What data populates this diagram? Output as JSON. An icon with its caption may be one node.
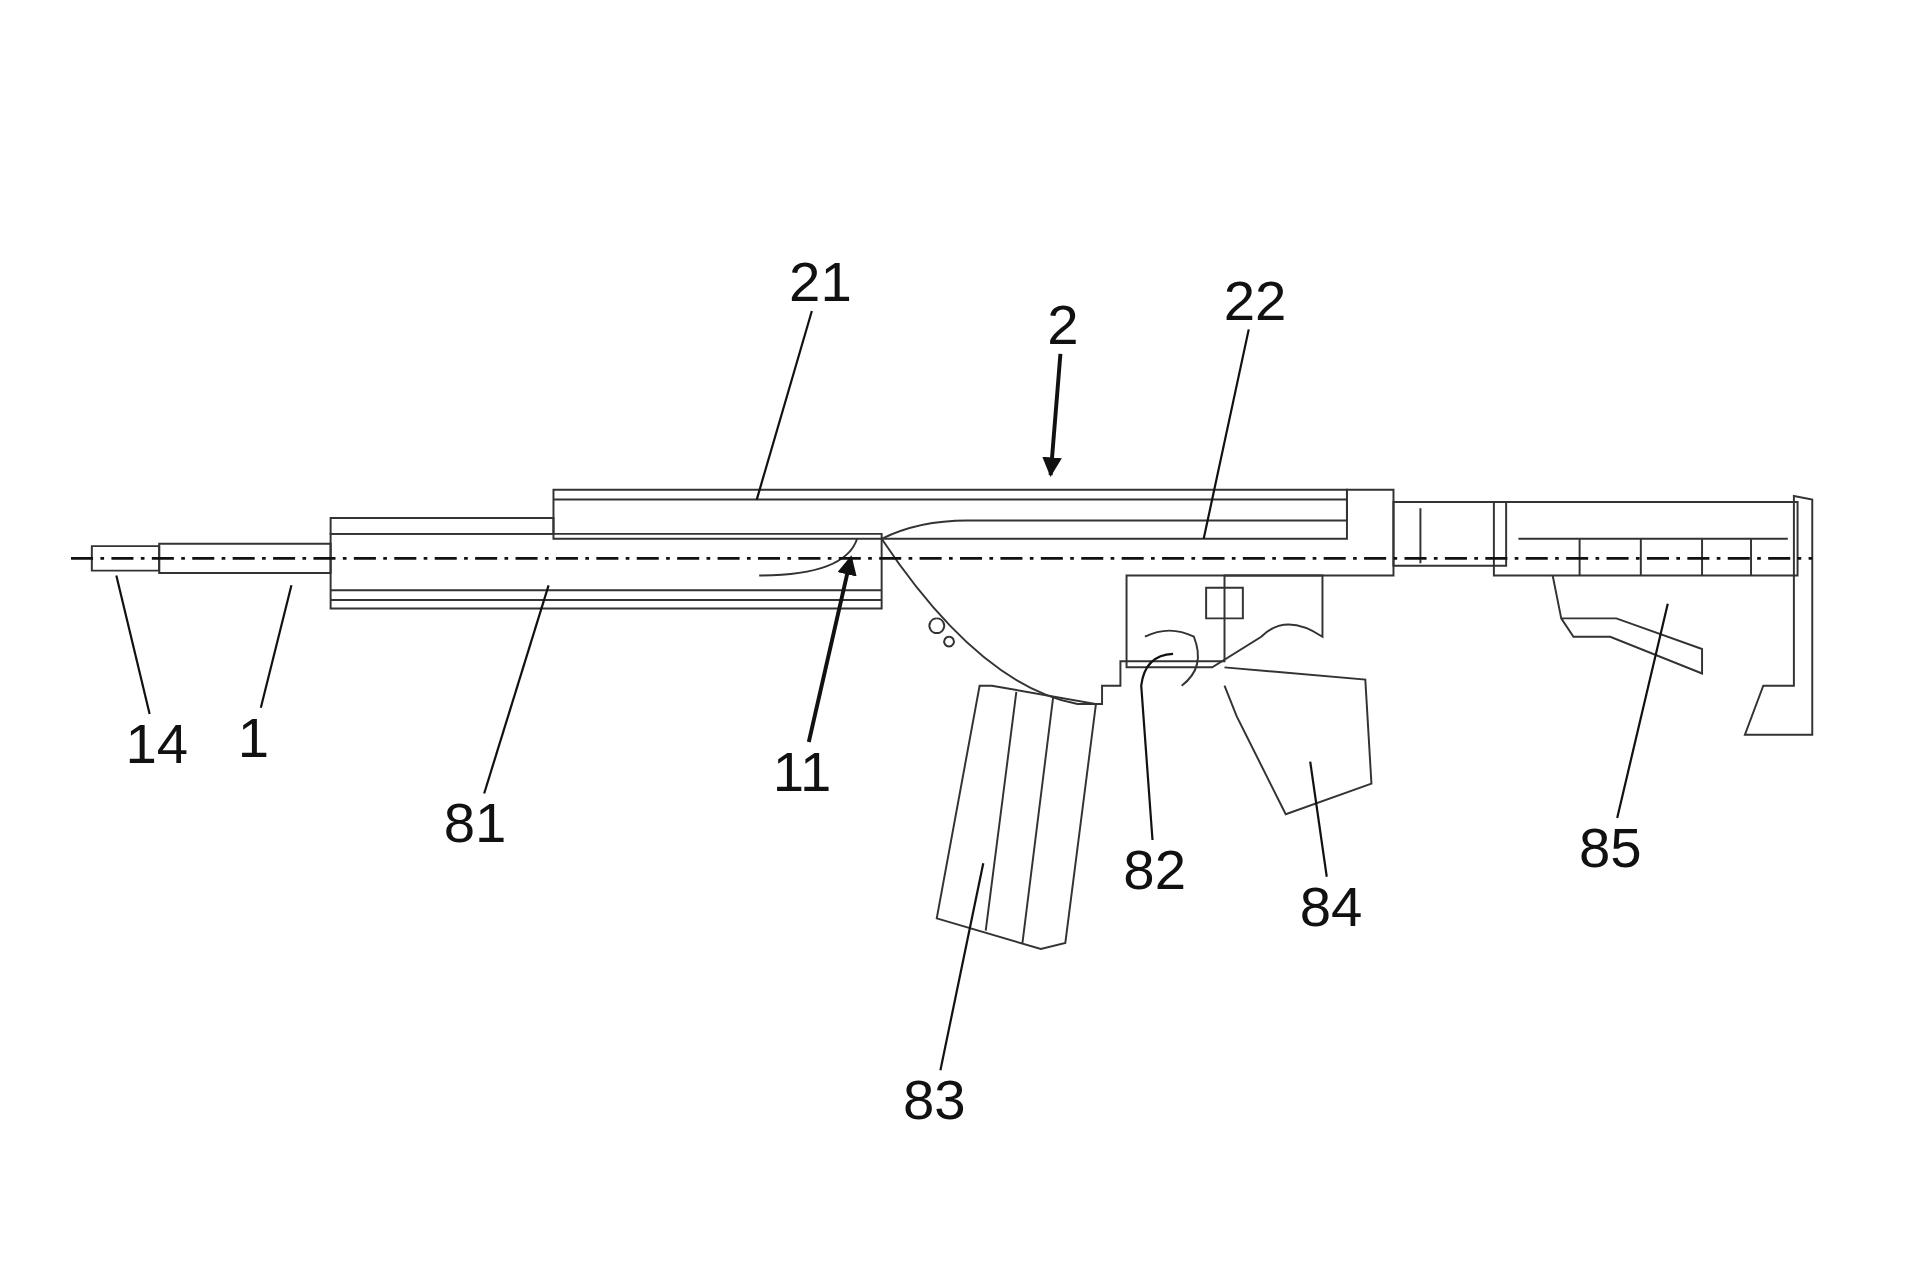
{
  "diagram": {
    "nodes": [
      {
        "text": [
          "21"
        ]
      },
      {
        "text": [
          "22"
        ]
      },
      {
        "text": [
          "2"
        ]
      },
      {
        "text": [
          "1"
        ]
      },
      {
        "text": [
          "14"
        ]
      },
      {
        "text": [
          "11"
        ]
      },
      {
        "text": [
          "81"
        ]
      },
      {
        "text": [
          "85"
        ]
      },
      {
        "text": [
          "82"
        ]
      },
      {
        "text": [
          "84"
        ]
      },
      {
        "text": [
          "83"
        ]
      }
    ],
    "edges": [
      {
        "from": 0,
        "to": null,
        "arrow": "none"
      },
      {
        "from": 1,
        "to": null,
        "arrow": "none"
      },
      {
        "from": 2,
        "to": null,
        "arrow": "to"
      },
      {
        "from": 3,
        "to": null,
        "arrow": "none"
      },
      {
        "from": 4,
        "to": null,
        "arrow": "none"
      },
      {
        "from": 5,
        "to": null,
        "arrow": "to"
      },
      {
        "from": 6,
        "to": null,
        "arrow": "none"
      },
      {
        "from": 7,
        "to": null,
        "arrow": "none"
      },
      {
        "from": 8,
        "to": null,
        "arrow": "none"
      },
      {
        "from": 9,
        "to": null,
        "arrow": "none"
      },
      {
        "from": 10,
        "to": null,
        "arrow": "none"
      }
    ]
  }
}
